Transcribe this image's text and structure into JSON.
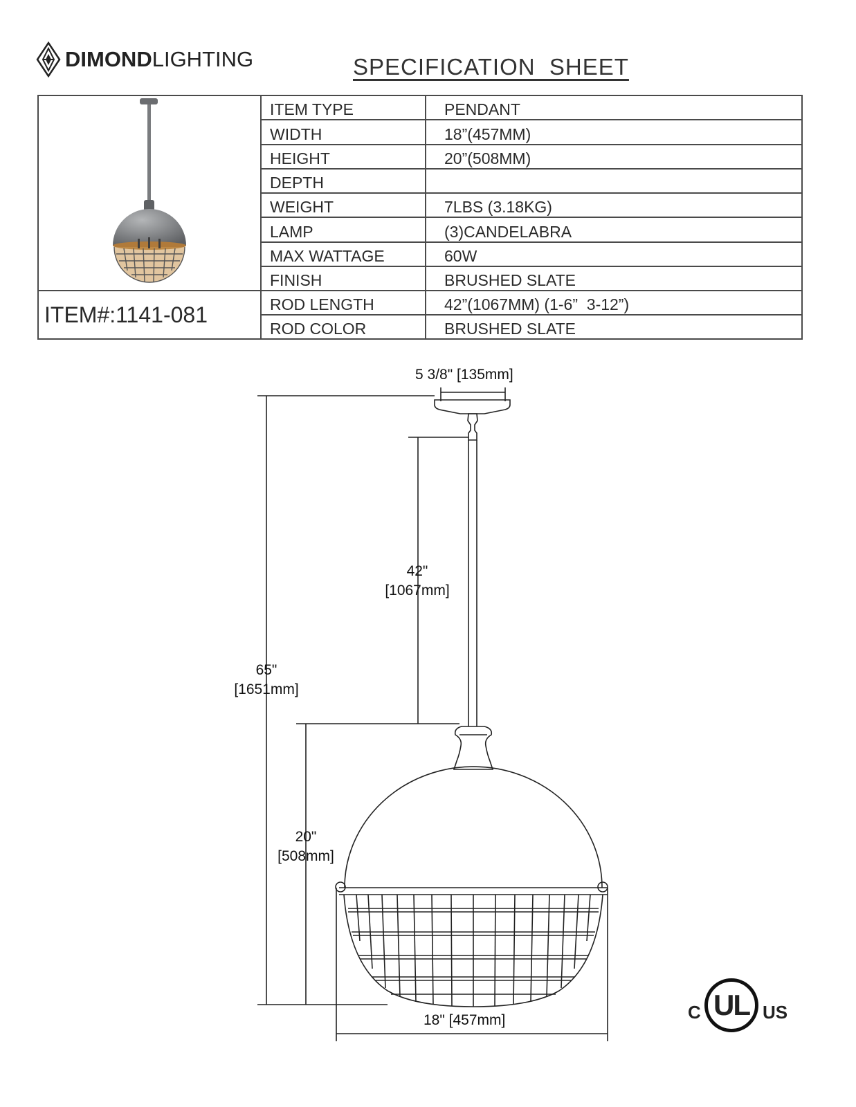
{
  "brand": {
    "bold": "DIMOND",
    "light": "LIGHTING"
  },
  "title": "SPECIFICATION  SHEET",
  "item_label": "ITEM#:1141-081",
  "specs": [
    {
      "key": "ITEM TYPE",
      "value": "PENDANT"
    },
    {
      "key": "WIDTH",
      "value": "18”(457MM)"
    },
    {
      "key": "HEIGHT",
      "value": "20”(508MM)"
    },
    {
      "key": "DEPTH",
      "value": ""
    },
    {
      "key": "WEIGHT",
      "value": "7LBS (3.18KG)"
    },
    {
      "key": "LAMP",
      "value": "(3)CANDELABRA"
    },
    {
      "key": "MAX WATTAGE",
      "value": "60W"
    },
    {
      "key": "FINISH",
      "value": "BRUSHED SLATE"
    },
    {
      "key": "ROD LENGTH",
      "value": "42”(1067MM) (1-6”  3-12”)"
    },
    {
      "key": "ROD COLOR",
      "value": "BRUSHED SLATE"
    }
  ],
  "dimensions": {
    "canopy_width": "5 3/8\" [135mm]",
    "overall_in": "65\"",
    "overall_mm": "[1651mm]",
    "rod_in": "42\"",
    "rod_mm": "[1067mm]",
    "fixture_in": "20\"",
    "fixture_mm": "[508mm]",
    "width": "18\" [457mm]"
  },
  "cert": {
    "left": "C",
    "mark": "UL",
    "right": "US"
  },
  "colors": {
    "line": "#333333",
    "metal": "#8a8c8e",
    "amber": "#b07a3a"
  }
}
